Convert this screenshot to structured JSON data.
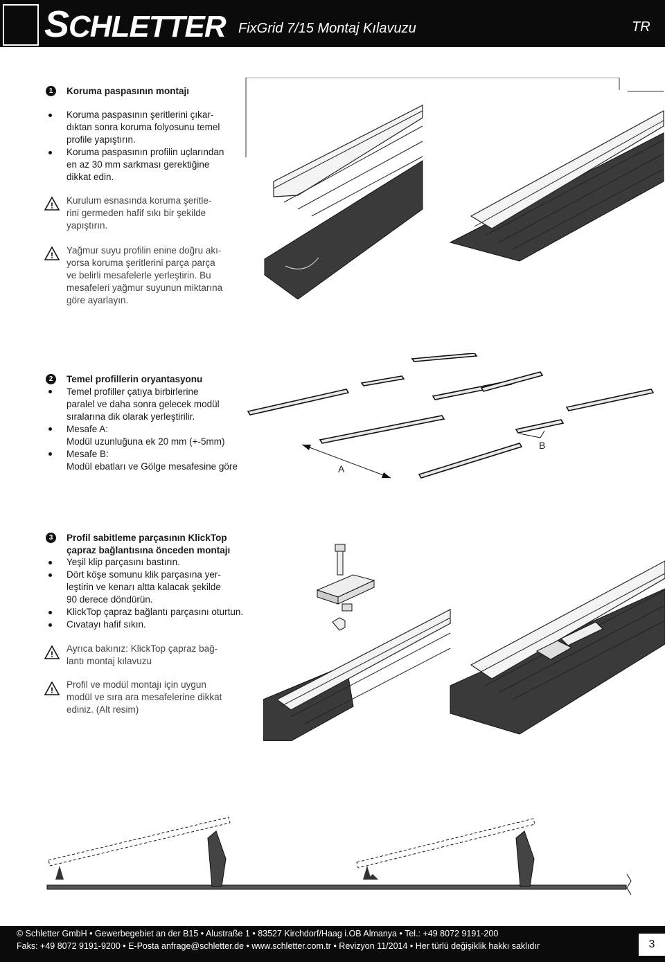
{
  "header": {
    "logo": "SCHLETTER",
    "logo_initial": "S",
    "logo_rest": "CHLETTER",
    "title": "FixGrid 7/15 Montaj Kılavuzu",
    "lang": "TR"
  },
  "section1": {
    "number": "1",
    "heading": "Koruma paspasının montajı",
    "bullets": [
      [
        "Koruma paspasının şeritlerini çıkar-",
        "dıktan sonra koruma folyosunu temel",
        "profile yapıştırın."
      ],
      [
        "Koruma paspasının profilin uçlarından",
        "en az 30 mm sarkması gerektiğine",
        "dikkat edin."
      ]
    ],
    "warnings": [
      [
        "Kurulum esnasında koruma şeritle-",
        "rini germeden hafif sıkı bir şekilde",
        "yapıştırın."
      ],
      [
        "Yağmur suyu profilin enine doğru akı-",
        "yorsa koruma şeritlerini parça parça",
        "ve belirli mesafelerle yerleştirin. Bu",
        "mesafeleri yağmur suyunun miktarına",
        "göre ayarlayın."
      ]
    ]
  },
  "section2": {
    "number": "2",
    "heading": "Temel profillerin oryantasyonu",
    "bullets": [
      [
        "Temel profiller çatıya birbirlerine",
        "paralel ve daha sonra gelecek modül",
        "sıralarına dik olarak yerleştirilir."
      ],
      [
        "Mesafe A:",
        "Modül uzunluğuna ek 20 mm (+-5mm)"
      ],
      [
        "Mesafe B:",
        "Modül ebatları ve Gölge mesafesine göre"
      ]
    ],
    "label_a": "A",
    "label_b": "B"
  },
  "section3": {
    "number": "3",
    "heading": [
      "Profil sabitleme parçasının KlickTop",
      "çapraz bağlantısına önceden montajı"
    ],
    "bullets": [
      [
        "Yeşil klip parçasını bastırın."
      ],
      [
        "Dört köşe somunu klik parçasına yer-",
        "leştirin ve kenarı altta kalacak şekilde",
        "90 derece döndürün."
      ],
      [
        "KlickTop çapraz bağlantı parçasını oturtun."
      ],
      [
        "Cıvatayı hafif sıkın."
      ]
    ],
    "warnings": [
      [
        "Ayrıca bakınız: KlickTop çapraz bağ-",
        "lantı montaj kılavuzu"
      ],
      [
        "Profil ve modül montajı için uygun",
        "modül ve sıra ara mesafelerine dikkat",
        "ediniz. (Alt resim)"
      ]
    ]
  },
  "footer": {
    "line1": "© Schletter GmbH • Gewerbegebiet an der B15 • Alustraße 1 • 83527 Kirchdorf/Haag i.OB Almanya • Tel.: +49 8072 9191-200",
    "line2": "Faks: +49 8072 9191-9200 • E-Posta anfrage@schletter.de • www.schletter.com.tr • Revizyon 11/2014 • Her türlü değişiklik hakkı saklıdır",
    "page": "3"
  },
  "icons": {
    "warning": "warning-triangle-icon",
    "numbers": "numbered-circle-icon"
  }
}
